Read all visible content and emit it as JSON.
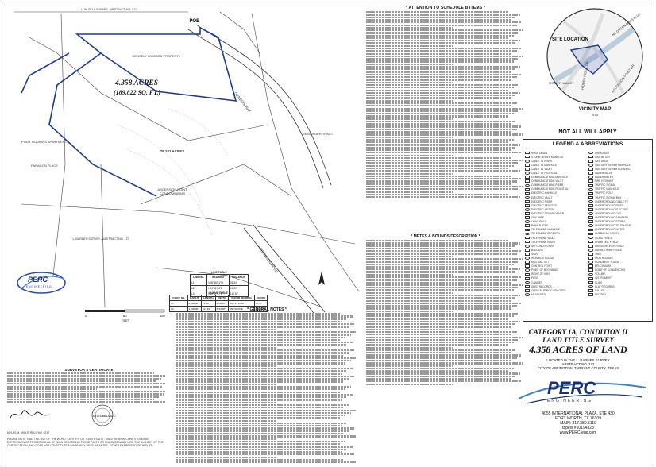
{
  "survey": {
    "acreage_main": "4.358 ACRES",
    "acreage_sub": "(189,822 SQ. FT.)",
    "survey_top": "L. W. SELF SURVEY - ABSTRACT NO. 511",
    "survey_bottom": "L. BARDEN SURVEY - ABSTRACT NO. 172",
    "pob": "POB",
    "road_1": "GENESIS WAY",
    "road_2": "ASCENSION POINT",
    "wooded": "DENSELY WOODED PROPERTY",
    "tract_a": "26.241 ACRES",
    "tract_b": "ASCENSION POINT CONDOMINIUMS",
    "tract_c": "FOUR SEASONS APARTMENTS",
    "tract_d": "PARAGON PLACE",
    "tract_e": "REMAINDER TRACT"
  },
  "tables": {
    "line_table_title": "LINE TABLE",
    "line_headers": [
      "LINE NO.",
      "BEARING",
      "DISTANCE"
    ],
    "line_rows": [
      [
        "L1",
        "N08°46'01\"W",
        "36.34'"
      ],
      [
        "L2",
        "N01°11'04\"E",
        "95.00'"
      ],
      [
        "L3",
        "N30°37'57\"E",
        "112.52'"
      ]
    ],
    "curve_table_title": "CURVE TABLE",
    "curve_headers": [
      "CURVE NO.",
      "RADIUS",
      "LENGTH",
      "DELTA",
      "CHORD BEARING",
      "CHORD"
    ],
    "curve_rows": [
      [
        "C1",
        "1,060.00'",
        "76.59'",
        "4°08'23\"",
        "N69°13'10\"W",
        "76.57'"
      ],
      [
        "C2",
        "1,000.00'",
        "114.60'",
        "6°33'58\"",
        "S58°20'26\"E",
        "114.53'"
      ]
    ]
  },
  "scale": {
    "label": "FEET",
    "ticks": [
      "0",
      "60",
      "120"
    ]
  },
  "logo": {
    "text": "PERC",
    "sub": "ENGINEERING"
  },
  "schedule_title": "* ATTENTION TO SCHEDULE B ITEMS *",
  "metes_title": "* METES & BOUNDS DESCRIPTION *",
  "general_notes_title": "* GENERAL NOTES *",
  "certificate": {
    "title": "SURVEYOR'S CERTIFICATE",
    "signer": "MYLES M. MILLS, RPLS NO. 6217",
    "seal": "MYLES MILLS 6217",
    "footer": "PLEASE NOTE THAT THE USE OF THE WORD \"CERTIFY\" OR \"CERTIFICATE\" USED HEREON CONSTITUTES AN EXPRESSION OF PROFESSIONAL OPINION REGARDING THOSE FACTS OR FINDINGS WHICH ARE THE SUBJECT OF THE CERTIFICATION, AND DOES NOT CONSTITUTE A WARRANTY OR GUARANTEE, EITHER EXPRESSED OR IMPLIED."
  },
  "vicinity": {
    "site_label": "SITE LOCATION",
    "title": "VICINITY MAP",
    "nts": "NTS",
    "not_all": "NOT ALL WILL APPLY",
    "roads": [
      "NE GREEN OAKS BLVD",
      "ASCENSION POINT DR",
      "MOSIER VALLEY",
      "HIDDEN RIDGE DR"
    ]
  },
  "legend": {
    "title": "LEGEND & ABBREVIATIONS",
    "items": [
      "ROOF DRAIN",
      "AREA INLET",
      "STORM SEWER MANHOLE",
      "GAS METER",
      "CABLE TV RISER",
      "GAS VALVE",
      "CABLE TV MANHOLE",
      "SANITARY SEWER MANHOLE",
      "CABLE TV VAULT",
      "SANITARY SEWER CLEANOUT",
      "CABLE TV PEDESTAL",
      "WATER VALVE",
      "COMMUNICATIONS MANHOLE",
      "WATER METER",
      "COMMUNICATIONS VAULT",
      "FIRE HYDRANT",
      "COMMUNICATIONS RISER",
      "TRAFFIC SIGNAL",
      "COMMUNICATIONS PEDESTAL",
      "TRAFFIC MANHOLE",
      "ELECTRIC MANHOLE",
      "TRAFFIC POLE",
      "ELECTRIC VAULT",
      "TRAFFIC SIGNAL BOX",
      "ELECTRIC RISER",
      "UNDERGROUND CABLE TV",
      "ELECTRIC PEDESTAL",
      "UNDERGROUND FIBER",
      "ELECTRIC METER",
      "UNDERGROUND ELECTRIC",
      "ELECTRIC TRANSFORMER",
      "UNDERGROUND GAS",
      "GUY WIRE",
      "UNDERGROUND SANITARY",
      "LIGHT POLE",
      "UNDERGROUND STORM",
      "POWER POLE",
      "UNDERGROUND TELEPHONE",
      "TELEPHONE MANHOLE",
      "UNDERGROUND WATER",
      "TELEPHONE PEDESTAL",
      "OVERHEAD UTILITY",
      "TELEPHONE VAULT",
      "WOOD FENCE",
      "TELEPHONE RISER",
      "CHAIN LINK FENCE",
      "AIR CONDITIONER",
      "WROUGHT IRON FENCE",
      "BOLLARD",
      "BARBED WIRE FENCE",
      "SIGN",
      "TREE",
      "IRON ROD FOUND",
      "IRON ROD SET",
      "MAG NAIL SET",
      "MONUMENT FOUND",
      "CONTROL POINT",
      "BENCHMARK",
      "POINT OF BEGINNING",
      "POINT OF COMMENCING",
      "RIGHT-OF-WAY",
      "VOLUME",
      "PAGE",
      "INSTRUMENT",
      "CABINET",
      "SLIDE",
      "DEED RECORDS",
      "PLAT RECORDS",
      "OFFICIAL PUBLIC RECORDS",
      "CALLED",
      "MEASURED",
      "RECORD"
    ]
  },
  "title_block": {
    "line1": "CATEGORY 1A, CONDITION II",
    "line2": "LAND TITLE SURVEY",
    "line3": "4.358 ACRES OF LAND",
    "loc1": "LOCATED IN THE L. BARNES SURVEY",
    "loc2": "ABSTRACT NO. 172",
    "loc3": "CITY OF ARLINGTON, TARRANT COUNTY, TEXAS",
    "company": "PERC",
    "company_sub": "ENGINEERING",
    "addr1": "4055 INTERNATIONAL PLAZA, STE 430",
    "addr2": "FORT WORTH, TX 76109",
    "addr3": "MAIN: 817.380.5110",
    "addr4": "tbpels #10194323",
    "addr5": "www.PERC-eng.com"
  },
  "colors": {
    "boundary": "#1f3b8f",
    "ink": "#222222",
    "accent": "#2a4ab0"
  }
}
